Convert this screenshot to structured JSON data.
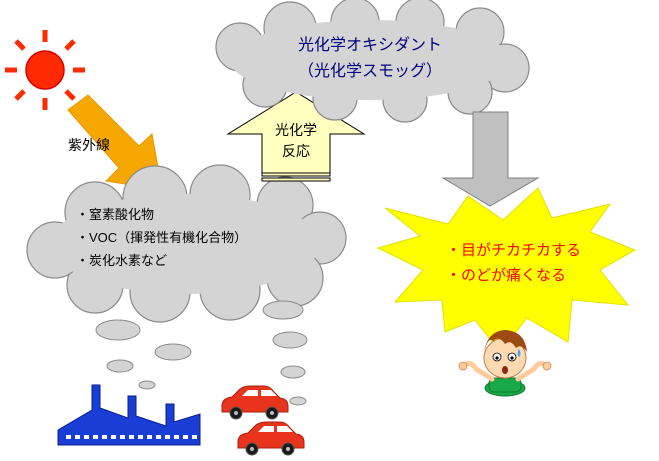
{
  "sun": {
    "icon": "sun-icon"
  },
  "uv": {
    "label": "紫外線"
  },
  "photochem_reaction": {
    "line1": "光化学",
    "line2": "反応"
  },
  "oxidant_cloud": {
    "line1": "光化学オキシダント",
    "line2": "（光化学スモッグ）"
  },
  "pollutant_cloud": {
    "items": [
      "・窒素酸化物",
      "・VOC（揮発性有機化合物）",
      "・炭化水素など"
    ]
  },
  "symptoms": {
    "items": [
      "・目がチカチカする",
      "・のどが痛くなる"
    ]
  },
  "icons": {
    "factory": "factory-icon",
    "car": "car-icon",
    "person": "distressed-person-icon"
  },
  "colors": {
    "sun": "#ff2a00",
    "sun_rays": "#ff2a00",
    "uv_arrow": "#f7a800",
    "cloud": "#d4d4d4",
    "up_arrow": "#ffffc0",
    "down_arrow": "#c0c0c0",
    "burst": "#ffff00",
    "symptom_text": "#ff0000",
    "factory": "#1a3dd6",
    "car": "#e8341c"
  }
}
